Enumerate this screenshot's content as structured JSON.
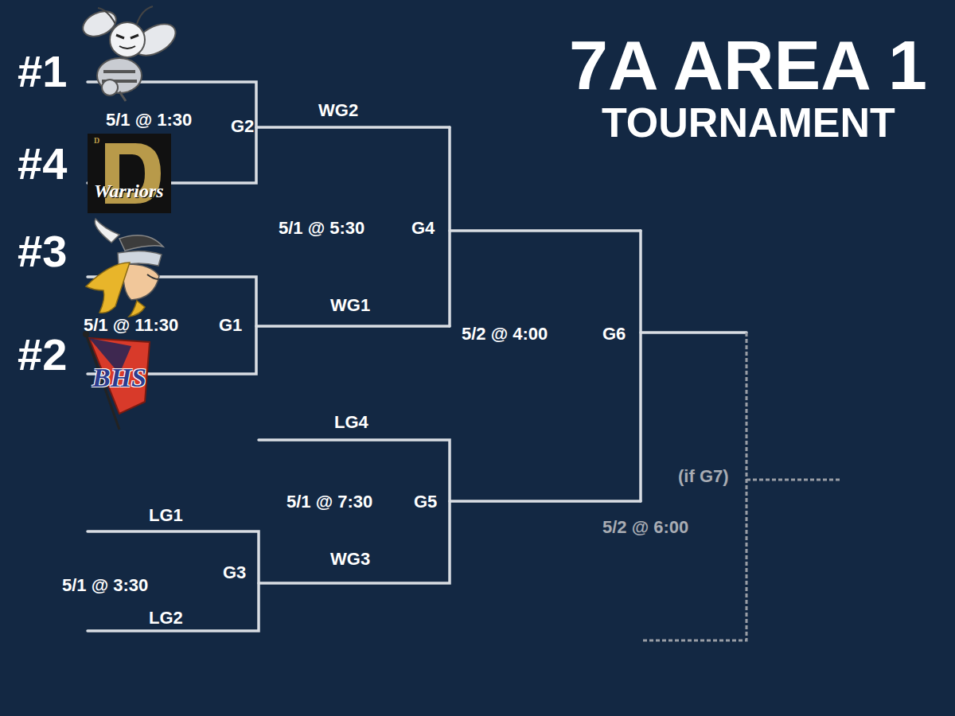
{
  "diagram": {
    "title": "7A AREA 1",
    "labels": [
      "#1",
      "#4",
      "#3",
      "#2",
      "5/1 @ 1:30",
      "G2",
      "WG2",
      "5/1 @ 5:30",
      "G4",
      "WG1",
      "5/1 @ 11:30",
      "G1",
      "5/2 @ 4:00",
      "G6",
      "LG4",
      "5/1 @ 7:30",
      "G5",
      "LG1",
      "G3",
      "5/1 @ 3:30",
      "LG2",
      "WG3",
      "(if G7)",
      "5/2 @ 6:00",
      "TOURNAMENT",
      "D",
      "Warriors",
      "BHS"
    ]
  }
}
